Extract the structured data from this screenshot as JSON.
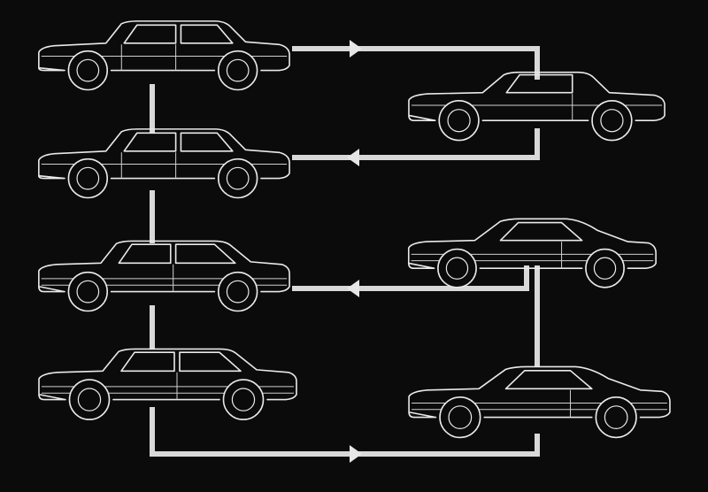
{
  "colors": {
    "background": "#0b0b0b",
    "line": "#eaeaea",
    "connector": "#d8d8d8"
  },
  "diagram": {
    "left_column": [
      {
        "name": "sedan-1",
        "kind": "sedan-tailfin"
      },
      {
        "name": "sedan-2",
        "kind": "sedan-tailfin"
      },
      {
        "name": "sedan-3",
        "kind": "sedan-wedge"
      },
      {
        "name": "sedan-4",
        "kind": "sedan-wedge"
      }
    ],
    "right_column": [
      {
        "name": "coupe-1",
        "kind": "coupe-classic"
      },
      {
        "name": "coupe-2",
        "kind": "coupe-fastback"
      },
      {
        "name": "coupe-3",
        "kind": "coupe-fastback"
      }
    ],
    "links": [
      {
        "from": "sedan-1",
        "to": "coupe-1",
        "direction": "right"
      },
      {
        "from": "coupe-1",
        "to": "sedan-2",
        "direction": "left"
      },
      {
        "from": "coupe-2",
        "to": "sedan-3",
        "direction": "left"
      },
      {
        "from": "sedan-4",
        "to": "coupe-3",
        "direction": "right"
      }
    ]
  }
}
